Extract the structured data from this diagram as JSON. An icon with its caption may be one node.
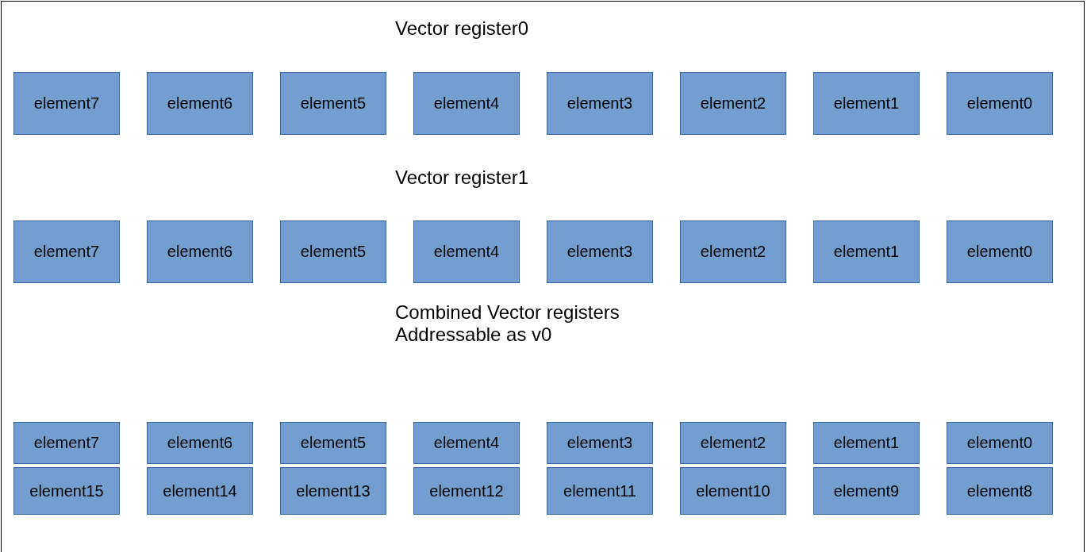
{
  "diagram": {
    "nodes": [
      {
        "text": [
          "element7"
        ]
      },
      {
        "text": [
          "element6"
        ]
      },
      {
        "text": [
          "element5"
        ]
      },
      {
        "text": [
          "element4"
        ]
      },
      {
        "text": [
          "element3"
        ]
      },
      {
        "text": [
          "element2"
        ]
      },
      {
        "text": [
          "element1"
        ]
      },
      {
        "text": [
          "element0"
        ]
      },
      {
        "text": [
          "element7"
        ]
      },
      {
        "text": [
          "element6"
        ]
      },
      {
        "text": [
          "element5"
        ]
      },
      {
        "text": [
          "element4"
        ]
      },
      {
        "text": [
          "element3"
        ]
      },
      {
        "text": [
          "element2"
        ]
      },
      {
        "text": [
          "element1"
        ]
      },
      {
        "text": [
          "element0"
        ]
      },
      {
        "text": [
          "element7"
        ]
      },
      {
        "text": [
          "element6"
        ]
      },
      {
        "text": [
          "element5"
        ]
      },
      {
        "text": [
          "element4"
        ]
      },
      {
        "text": [
          "element3"
        ]
      },
      {
        "text": [
          "element2"
        ]
      },
      {
        "text": [
          "element1"
        ]
      },
      {
        "text": [
          "element0"
        ]
      },
      {
        "text": [
          "element15"
        ]
      },
      {
        "text": [
          "element14"
        ]
      },
      {
        "text": [
          "element13"
        ]
      },
      {
        "text": [
          "element12"
        ]
      },
      {
        "text": [
          "element11"
        ]
      },
      {
        "text": [
          "element10"
        ]
      },
      {
        "text": [
          "element9"
        ]
      },
      {
        "text": [
          "element8"
        ]
      }
    ],
    "labels": [
      "Vector register0",
      "Vector register1",
      "Combined Vector registers Addressable as v0"
    ]
  }
}
